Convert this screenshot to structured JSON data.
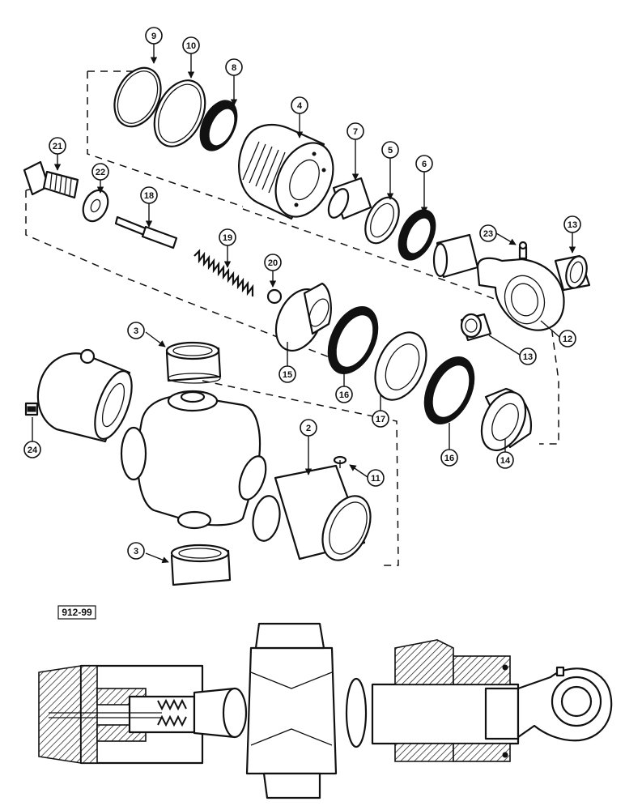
{
  "figure_ref": "912-99",
  "callouts": [
    {
      "label": "9"
    },
    {
      "label": "10"
    },
    {
      "label": "8"
    },
    {
      "label": "4"
    },
    {
      "label": "7"
    },
    {
      "label": "5"
    },
    {
      "label": "6"
    },
    {
      "label": "21"
    },
    {
      "label": "22"
    },
    {
      "label": "18"
    },
    {
      "label": "19"
    },
    {
      "label": "20"
    },
    {
      "label": "23"
    },
    {
      "label": "13"
    },
    {
      "label": "12"
    },
    {
      "label": "13"
    },
    {
      "label": "3"
    },
    {
      "label": "15"
    },
    {
      "label": "16"
    },
    {
      "label": "17"
    },
    {
      "label": "16"
    },
    {
      "label": "14"
    },
    {
      "label": "2"
    },
    {
      "label": "11"
    },
    {
      "label": "24"
    },
    {
      "label": "3"
    }
  ]
}
